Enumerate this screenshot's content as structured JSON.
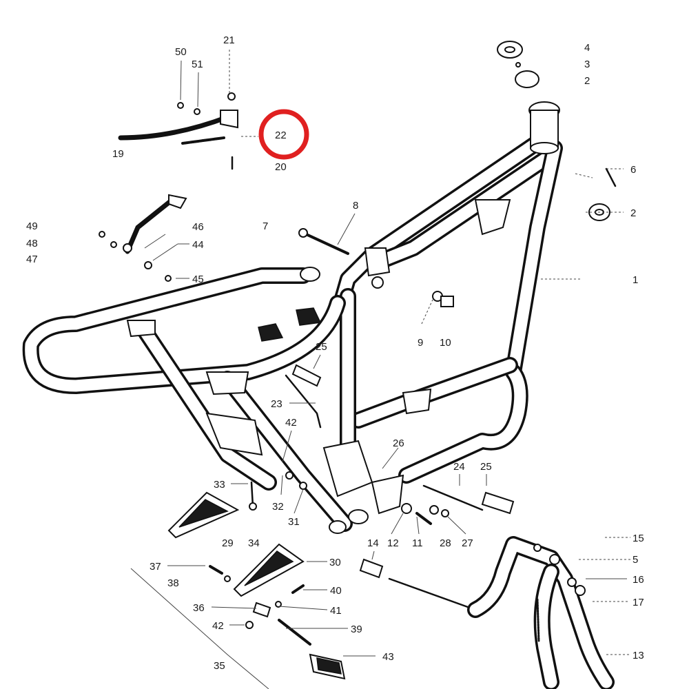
{
  "parts": [
    {
      "id": "p1",
      "number": "1"
    },
    {
      "id": "p2a",
      "number": "2"
    },
    {
      "id": "p2b",
      "number": "2"
    },
    {
      "id": "p3",
      "number": "3"
    },
    {
      "id": "p4",
      "number": "4"
    },
    {
      "id": "p5",
      "number": "5"
    },
    {
      "id": "p6",
      "number": "6"
    },
    {
      "id": "p7",
      "number": "7"
    },
    {
      "id": "p8",
      "number": "8"
    },
    {
      "id": "p9",
      "number": "9"
    },
    {
      "id": "p10",
      "number": "10"
    },
    {
      "id": "p11",
      "number": "11"
    },
    {
      "id": "p12",
      "number": "12"
    },
    {
      "id": "p13",
      "number": "13"
    },
    {
      "id": "p14",
      "number": "14"
    },
    {
      "id": "p15",
      "number": "15"
    },
    {
      "id": "p16",
      "number": "16"
    },
    {
      "id": "p17",
      "number": "17"
    },
    {
      "id": "p19",
      "number": "19"
    },
    {
      "id": "p20",
      "number": "20"
    },
    {
      "id": "p21",
      "number": "21"
    },
    {
      "id": "p22",
      "number": "22"
    },
    {
      "id": "p23",
      "number": "23"
    },
    {
      "id": "p24",
      "number": "24"
    },
    {
      "id": "p25a",
      "number": "25"
    },
    {
      "id": "p25b",
      "number": "25"
    },
    {
      "id": "p26",
      "number": "26"
    },
    {
      "id": "p27",
      "number": "27"
    },
    {
      "id": "p28",
      "number": "28"
    },
    {
      "id": "p29",
      "number": "29"
    },
    {
      "id": "p30",
      "number": "30"
    },
    {
      "id": "p31",
      "number": "31"
    },
    {
      "id": "p32",
      "number": "32"
    },
    {
      "id": "p33",
      "number": "33"
    },
    {
      "id": "p34",
      "number": "34"
    },
    {
      "id": "p35",
      "number": "35"
    },
    {
      "id": "p36",
      "number": "36"
    },
    {
      "id": "p37",
      "number": "37"
    },
    {
      "id": "p38",
      "number": "38"
    },
    {
      "id": "p39",
      "number": "39"
    },
    {
      "id": "p40",
      "number": "40"
    },
    {
      "id": "p41",
      "number": "41"
    },
    {
      "id": "p42a",
      "number": "42"
    },
    {
      "id": "p42b",
      "number": "42"
    },
    {
      "id": "p43",
      "number": "43"
    },
    {
      "id": "p44",
      "number": "44"
    },
    {
      "id": "p45",
      "number": "45"
    },
    {
      "id": "p46",
      "number": "46"
    },
    {
      "id": "p47",
      "number": "47"
    },
    {
      "id": "p48",
      "number": "48"
    },
    {
      "id": "p49",
      "number": "49"
    },
    {
      "id": "p50",
      "number": "50"
    },
    {
      "id": "p51",
      "number": "51"
    }
  ],
  "highlight": {
    "part": "22",
    "color": "#e02020"
  },
  "colors": {
    "ink": "#111111",
    "paper": "#ffffff"
  }
}
